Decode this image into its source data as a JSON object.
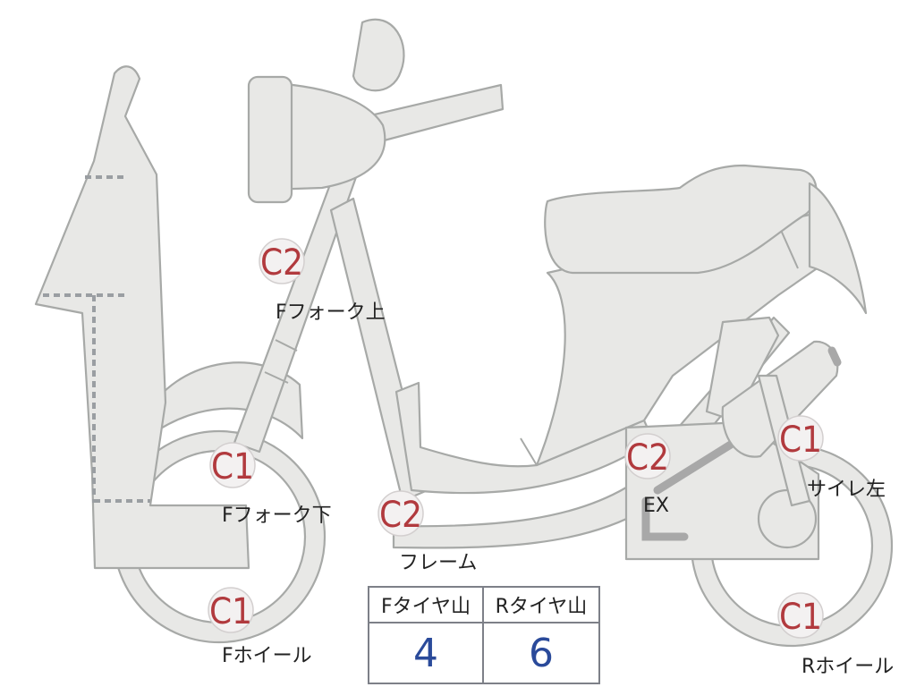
{
  "points": [
    {
      "id": "fork-upper",
      "code": "C2",
      "label": "Fフォーク上"
    },
    {
      "id": "fork-lower",
      "code": "C1",
      "label": "Fフォーク下"
    },
    {
      "id": "front-wheel",
      "code": "C1",
      "label": "Fホイール"
    },
    {
      "id": "frame",
      "code": "C2",
      "label": "フレーム"
    },
    {
      "id": "exhaust",
      "code": "C2",
      "label": "EX"
    },
    {
      "id": "muffler-left",
      "code": "C1",
      "label": "サイレ左"
    },
    {
      "id": "rear-wheel",
      "code": "C1",
      "label": "Rホイール"
    }
  ],
  "tread_table": {
    "front_header": "Fタイヤ山",
    "rear_header": "Rタイヤ山",
    "front_value": "4",
    "rear_value": "6"
  },
  "colors": {
    "body_fill": "#e8e8e6",
    "outline": "#a7a9a7",
    "code_red": "#b13a3e",
    "value_blue": "#2a4a9a"
  }
}
